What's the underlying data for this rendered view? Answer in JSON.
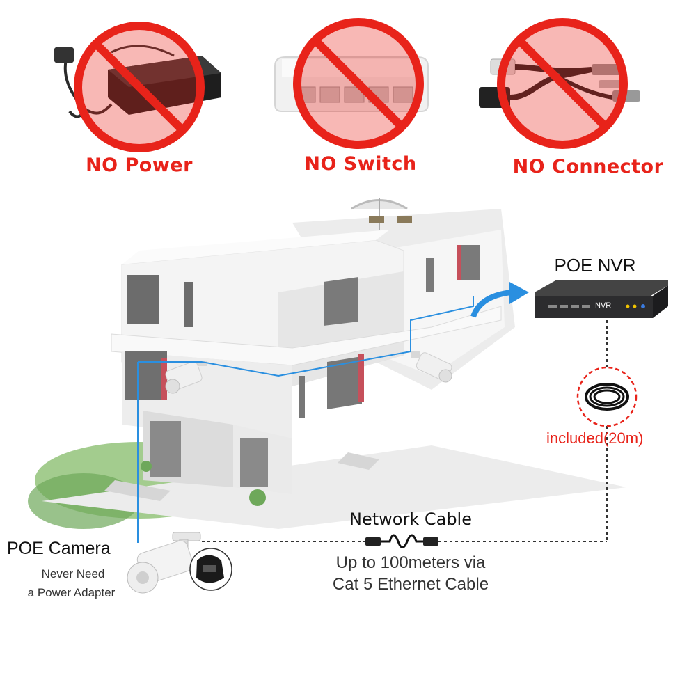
{
  "top_row": {
    "items": [
      {
        "label": "NO Power"
      },
      {
        "label": "NO Switch"
      },
      {
        "label": "NO Connector"
      }
    ]
  },
  "nvr": {
    "title": "POE NVR",
    "device_text": "NVR"
  },
  "cable_included": {
    "text": "included(20m)"
  },
  "network": {
    "title": "Network Cable",
    "line1": "Up to 100meters via",
    "line2": "Cat 5 Ethernet Cable"
  },
  "camera": {
    "title": "POE Camera",
    "line1": "Never Need",
    "line2": "a Power Adapter"
  },
  "colors": {
    "red": "#e8231a",
    "blue_line": "#2a8fe0",
    "no_circle_fill": "rgba(232,35,26,0.35)",
    "nvr_body": "#2c2c2e"
  }
}
